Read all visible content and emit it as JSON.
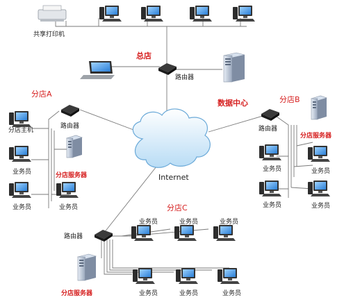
{
  "labels": {
    "printer": "共享打印机",
    "hq": "总店",
    "router": "路由器",
    "data_center": "数据中心",
    "internet": "Internet",
    "branch_a": "分店A",
    "branch_b": "分店B",
    "branch_c": "分店C",
    "branch_host": "分店主机",
    "branch_server": "分店服务器",
    "staff": "业务员"
  }
}
